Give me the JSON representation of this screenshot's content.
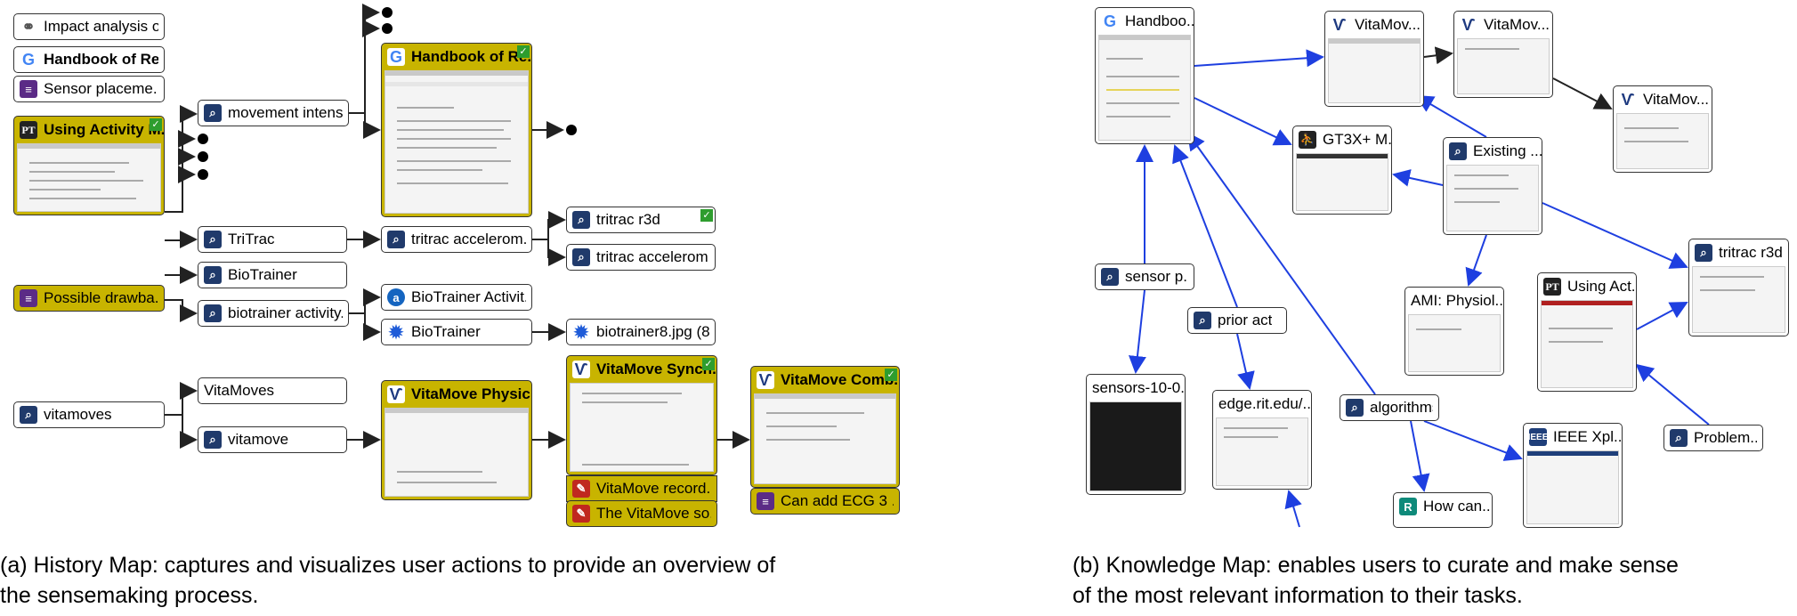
{
  "history": {
    "nodes": [
      {
        "id": "impact",
        "label": "Impact analysis o...",
        "icon": "link-icon"
      },
      {
        "id": "handbook_small",
        "label": "Handbook of Re...",
        "icon": "google-icon"
      },
      {
        "id": "sensor_place",
        "label": "Sensor placeme...",
        "icon": "document-icon"
      },
      {
        "id": "movement",
        "label": "movement intens...",
        "icon": "search-icon"
      },
      {
        "id": "tritrac",
        "label": "TriTrac",
        "icon": "search-icon"
      },
      {
        "id": "biotrainer",
        "label": "BioTrainer",
        "icon": "search-icon"
      },
      {
        "id": "drawbacks",
        "label": "Possible drawba...",
        "icon": "document-icon"
      },
      {
        "id": "biotrainer_act",
        "label": "biotrainer activity...",
        "icon": "search-icon"
      },
      {
        "id": "tritrac_acc",
        "label": "tritrac accelerom...",
        "icon": "search-icon"
      },
      {
        "id": "tritrac_r3d",
        "label": "tritrac r3d",
        "icon": "search-icon"
      },
      {
        "id": "tritrac_acc2",
        "label": "tritrac accelerom...",
        "icon": "search-icon"
      },
      {
        "id": "biotrainer_activ",
        "label": "BioTrainer Activit...",
        "icon": "amazon-icon"
      },
      {
        "id": "biotrainer2",
        "label": "BioTrainer",
        "icon": "blue-gear-icon"
      },
      {
        "id": "biotrainer8",
        "label": "biotrainer8.jpg (8...",
        "icon": "blue-gear-icon"
      },
      {
        "id": "vitamoves",
        "label": "vitamoves",
        "icon": "search-icon"
      },
      {
        "id": "vitamoves_t",
        "label": "VitaMoves",
        "icon": ""
      },
      {
        "id": "vitamove",
        "label": "vitamove",
        "icon": "search-icon"
      },
      {
        "id": "vm_record",
        "label": "VitaMove record...",
        "icon": "red-note-icon"
      },
      {
        "id": "vm_soft",
        "label": "The VitaMove so...",
        "icon": "red-note-icon"
      },
      {
        "id": "ecg",
        "label": "Can add ECG 3 ...",
        "icon": "document-icon"
      }
    ],
    "cards": [
      {
        "id": "handbook_card",
        "label": "Handbook of Re..."
      },
      {
        "id": "using_card",
        "label": "Using Activity M..."
      },
      {
        "id": "vm_phys",
        "label": "VitaMove Physic..."
      },
      {
        "id": "vm_sync",
        "label": "VitaMove Synch..."
      },
      {
        "id": "vm_comb",
        "label": "VitaMove Comb..."
      }
    ],
    "caption_line1": "(a) History Map: captures and visualizes user actions to provide an overview of",
    "caption_line2": "the sensemaking process."
  },
  "knowledge": {
    "nodes": [
      {
        "id": "k_sensor",
        "label": "sensor p...",
        "icon": "search-icon"
      },
      {
        "id": "k_prior",
        "label": "prior act",
        "icon": "search-icon"
      },
      {
        "id": "k_algorithms",
        "label": "algorithms",
        "icon": "search-icon"
      },
      {
        "id": "k_problem",
        "label": "Problem...",
        "icon": "search-icon"
      }
    ],
    "cards": [
      {
        "id": "k_handbook",
        "label": "Handboo..."
      },
      {
        "id": "k_vm1",
        "label": "VitaMov..."
      },
      {
        "id": "k_vm2",
        "label": "VitaMov..."
      },
      {
        "id": "k_vm3",
        "label": "VitaMov..."
      },
      {
        "id": "k_gt3x",
        "label": "GT3X+ M..."
      },
      {
        "id": "k_existing",
        "label": "Existing ..."
      },
      {
        "id": "k_tritrac",
        "label": "tritrac r3d"
      },
      {
        "id": "k_ami",
        "label": "AMI: Physiol..."
      },
      {
        "id": "k_using",
        "label": "Using Act..."
      },
      {
        "id": "k_sensors10",
        "label": "sensors-10-0..."
      },
      {
        "id": "k_edge",
        "label": "edge.rit.edu/..."
      },
      {
        "id": "k_ieee",
        "label": "IEEE Xpl..."
      },
      {
        "id": "k_how",
        "label": "How can..."
      }
    ],
    "caption_line1": "(b) Knowledge Map: enables users to curate and make sense",
    "caption_line2": "of the most relevant information to their tasks."
  },
  "colors": {
    "accent_yellow": "#c8b400",
    "edge_black": "#222222",
    "edge_blue": "#1e3fe0",
    "search_icon": "#203a6b"
  }
}
